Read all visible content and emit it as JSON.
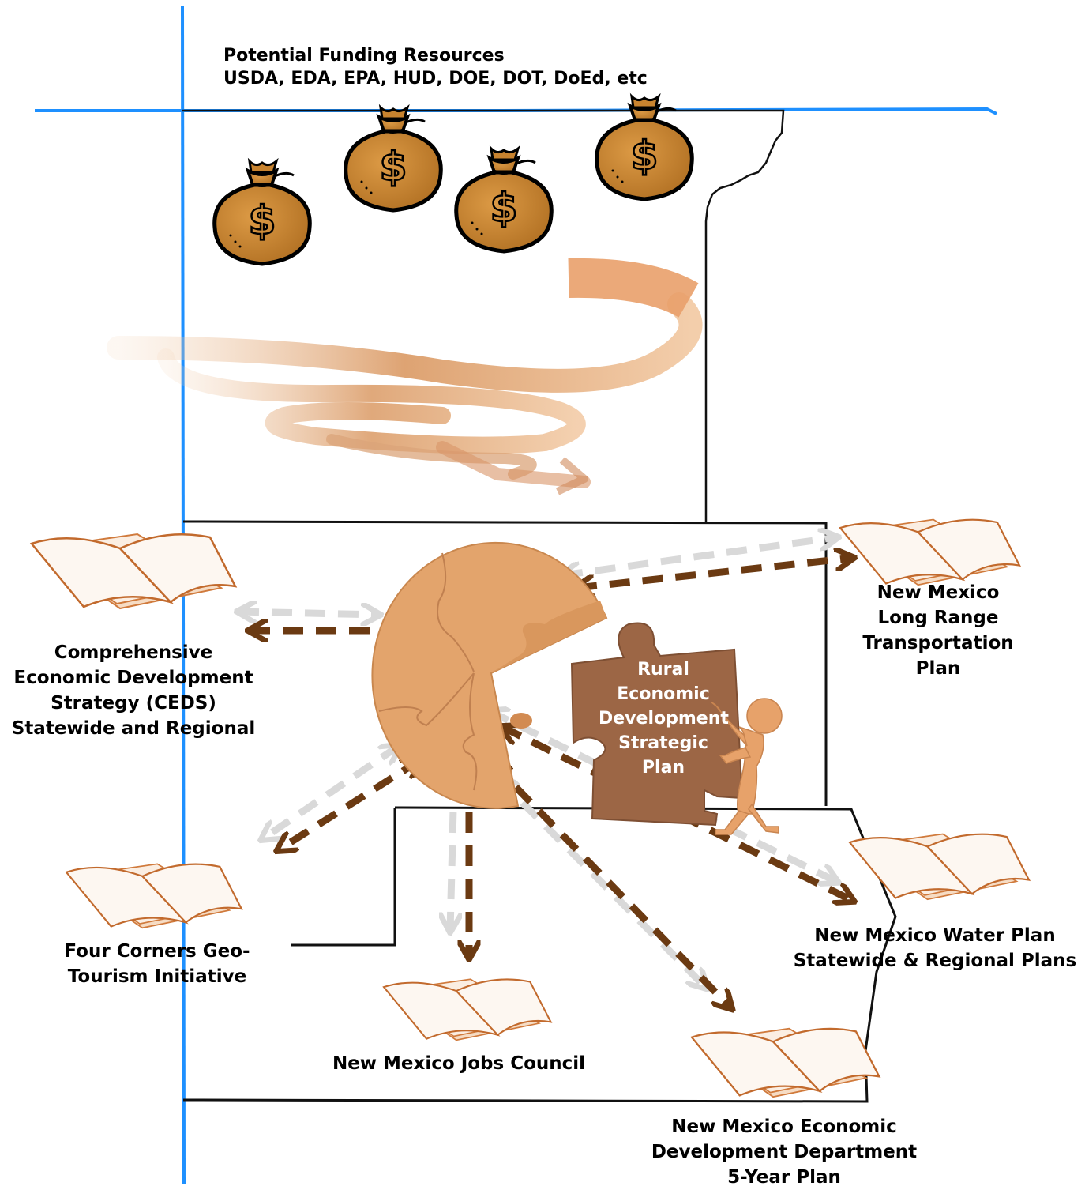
{
  "header": {
    "line1": "Potential Funding Resources",
    "line2": "USDA, EDA, EPA, HUD, DOE, DOT, DoEd, etc"
  },
  "center_piece": {
    "lines": [
      "Rural",
      "Economic",
      "Development",
      "Strategic",
      "Plan"
    ]
  },
  "plans": {
    "ceds": [
      "Comprehensive",
      "Economic Development",
      "Strategy (CEDS)",
      "Statewide and Regional"
    ],
    "transportation": [
      "New Mexico",
      "Long Range",
      "Transportation",
      "Plan"
    ],
    "four_corners": [
      "Four Corners Geo-",
      "Tourism Initiative"
    ],
    "jobs": [
      "New Mexico Jobs Council"
    ],
    "water": [
      "New Mexico Water Plan",
      "Statewide & Regional Plans"
    ],
    "edd": [
      "New Mexico Economic",
      "Development Department",
      "5-Year Plan"
    ]
  },
  "icons": {
    "money_bag": "money-bag-icon",
    "book": "open-book-icon",
    "spiral": "spiral-arrow-icon",
    "puzzle": "puzzle-icon",
    "person": "person-icon"
  },
  "colors": {
    "state_border": "#1e90ff",
    "map_outline": "#111111",
    "arrow_dark": "#6b3a12",
    "arrow_light": "#d9d9d9",
    "bag": "#c8832f",
    "puzzle": "#e3a46c",
    "piece": "#9c6645",
    "book_line": "#d07a3c",
    "book_fill": "#fbeee2"
  }
}
